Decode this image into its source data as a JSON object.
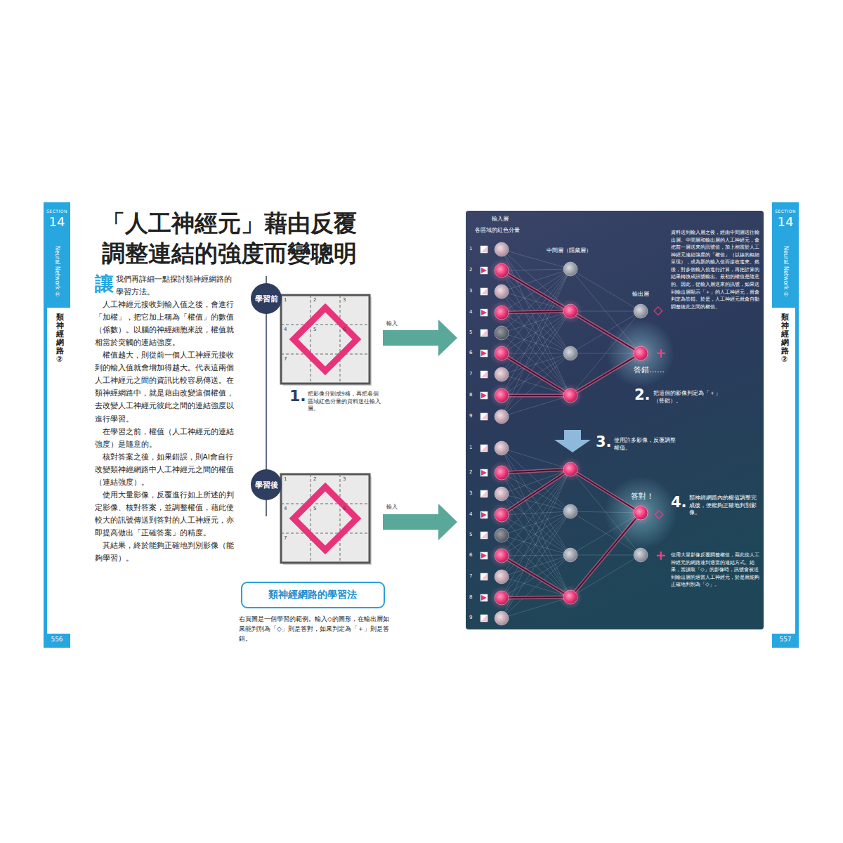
{
  "diagram": {
    "title": "「人工神經元」藉由反覆調整連結的強度而變聰明",
    "caption": "右頁圖是一個學習的範例。輸入◇的圖形，在輸出層如果能判別為「◇」則是答對，如果判定為「＋」則是答錯。",
    "nodes": [
      {
        "text": [
          "SECTION",
          "14",
          "Neural Network ②"
        ]
      },
      {
        "text": [
          "SECTION",
          "14",
          "Neural Network ②"
        ]
      },
      {
        "text": [
          "學習前"
        ]
      },
      {
        "text": [
          "學習後"
        ]
      },
      {
        "text": [
          "類神經網路的學習法"
        ]
      }
    ],
    "labels": [
      "類神經網路②",
      "556",
      "讓我們再詳細一點探討類神經網路的學習方法。",
      "人工神經元接收到輸入值之後，會進行「加權」，把它加上稱為「權值」的數值（係數）。以腦的神經細胞來說，權值就相當於突觸的連結強度。",
      "權值越大，則從前一個人工神經元接收到的輸入值就會增加得越大。代表這兩個人工神經元之間的資訊比較容易傳送。在類神經網路中，就是藉由改變這個權值，去改變人工神經元彼此之間的連結強度以進行學習。",
      "在學習之前，權值（人工神經元的連結強度）是隨意的。",
      "核對答案之後，如果錯誤，則AI會自行改變類神經網路中人工神經元之間的權值（連結強度）。",
      "使用大量影像，反覆進行如上所述的判定影像、核對答案，並調整權值，藉此使較大的訊號傳送到答對的人工神經元，亦即提高做出「正確答案」的精度。",
      "其結果，終於能夠正確地判別影像（能夠學習）。",
      "1",
      "2",
      "3",
      "4",
      "5",
      "6",
      "7",
      "輸入",
      "1.",
      "把影像分割成9格，再把各個區域紅色分量的資料送往輸入層。",
      "1",
      "2",
      "3",
      "4",
      "5",
      "6",
      "7",
      "輸入",
      "輸入層",
      "各區域的紅色分量",
      "1",
      "2",
      "3",
      "4",
      "5",
      "6",
      "7",
      "8",
      "9",
      "中間層（隱藏層）",
      "輸出層",
      "◇",
      "＋",
      "答錯……",
      "2.",
      "把這個的影像判定為「＋」（答錯）。",
      "資料送到輸入層之後，經由中間層送往輸出層。中間層和輸出層的人工神經元，會把前一層送來的訊號值，加上相當於人工神經元連結強度的「權值」（以線的粗細呈現），成為新的輸入值而接收進來。然後，對多個輸入值進行計算，再把計算的結果轉換成訊號輸出。最初的權值是隨意的。因此，從輸入層送來的訊號，如果送到輸出層顯示「＋」的人工神經元，就會判定為答錯。於是，人工神經元就會自動調整彼此之間的權值。",
      "3.",
      "使用許多影像，反覆調整權值。",
      "1",
      "2",
      "3",
      "4",
      "5",
      "6",
      "7",
      "8",
      "9",
      "答對！",
      "◇",
      "＋",
      "4.",
      "類神經網路內的權值調整完成後，便能夠正確地判別影像。",
      "使用大量影像反覆調整權值，藉此使人工神經元的網路達到適當的連結方式。結果，當讀取「◇」的影像時，訊號會被送到輸出層的適當人工神經元，於是就能夠正確地判別為「◇」。",
      "類神經網路②",
      "557"
    ]
  }
}
